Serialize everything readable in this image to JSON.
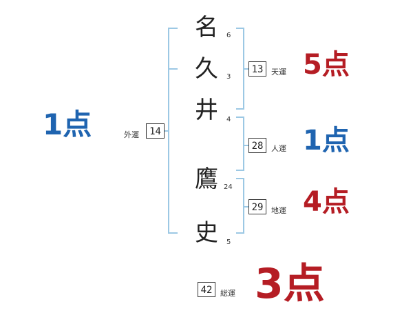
{
  "name_chars": [
    {
      "char": "名",
      "strokes": "6"
    },
    {
      "char": "久",
      "strokes": "3"
    },
    {
      "char": "井",
      "strokes": "4"
    },
    {
      "char": "鷹",
      "strokes": "24"
    },
    {
      "char": "史",
      "strokes": "5"
    }
  ],
  "fortunes": {
    "gaikaku": {
      "label": "外運",
      "value": "14",
      "score": "1点"
    },
    "tenkaku": {
      "label": "天運",
      "value": "13",
      "score": "5点"
    },
    "jinkaku": {
      "label": "人運",
      "value": "28",
      "score": "1点"
    },
    "chikaku": {
      "label": "地運",
      "value": "29",
      "score": "4点"
    },
    "soukaku": {
      "label": "総運",
      "value": "42",
      "score": "3点"
    }
  },
  "colors": {
    "bracket": "#9cc8e4",
    "score_blue": "#1f64b0",
    "score_red": "#b51d24",
    "text": "#222222"
  }
}
